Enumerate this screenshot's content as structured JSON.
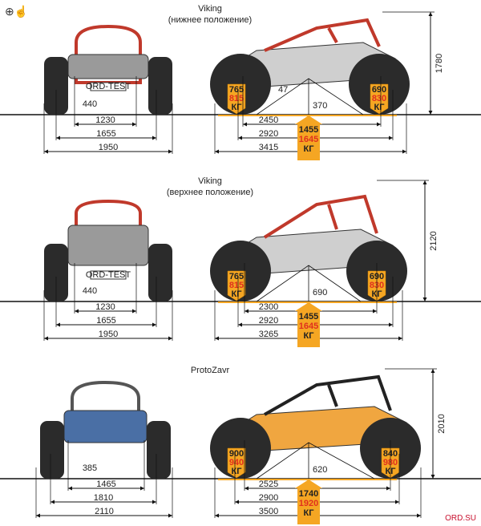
{
  "zoom_cursor": "zoom-in-icon",
  "site": "ORD.SU",
  "weight_unit": "КГ",
  "colors": {
    "orange": "#f5a623",
    "red": "#e0301e",
    "line": "#111"
  },
  "sections": [
    {
      "title": "Viking",
      "subtitle": "(нижнее положение)",
      "front_plate": "ORD-TEST",
      "front_clearance": "440",
      "front_dims": [
        "1230",
        "1655",
        "1950"
      ],
      "side_clearance": "370",
      "angle": "47",
      "side_dims": [
        "2450",
        "2920",
        "3415"
      ],
      "height": "1780",
      "front_axle": [
        "765",
        "815"
      ],
      "rear_axle": [
        "690",
        "830"
      ],
      "total": [
        "1455",
        "1645"
      ],
      "body": "#cfcfcf"
    },
    {
      "title": "Viking",
      "subtitle": "(верхнее положение)",
      "front_plate": "ORD-TEST",
      "front_clearance": "440",
      "front_dims": [
        "1230",
        "1655",
        "1950"
      ],
      "side_clearance": "690",
      "angle": "",
      "side_dims": [
        "2300",
        "2920",
        "3265"
      ],
      "height": "2120",
      "front_axle": [
        "765",
        "815"
      ],
      "rear_axle": [
        "690",
        "830"
      ],
      "total": [
        "1455",
        "1645"
      ],
      "body": "#cfcfcf"
    },
    {
      "title": "ProtoZavr",
      "subtitle": "",
      "front_plate": "",
      "front_clearance": "385",
      "front_dims": [
        "1465",
        "1810",
        "2110"
      ],
      "side_clearance": "620",
      "angle": "",
      "side_dims": [
        "2525",
        "2900",
        "3500"
      ],
      "height": "2010",
      "front_axle": [
        "900",
        "940"
      ],
      "rear_axle": [
        "840",
        "980"
      ],
      "total": [
        "1740",
        "1920"
      ],
      "body": "#f0a640"
    }
  ]
}
